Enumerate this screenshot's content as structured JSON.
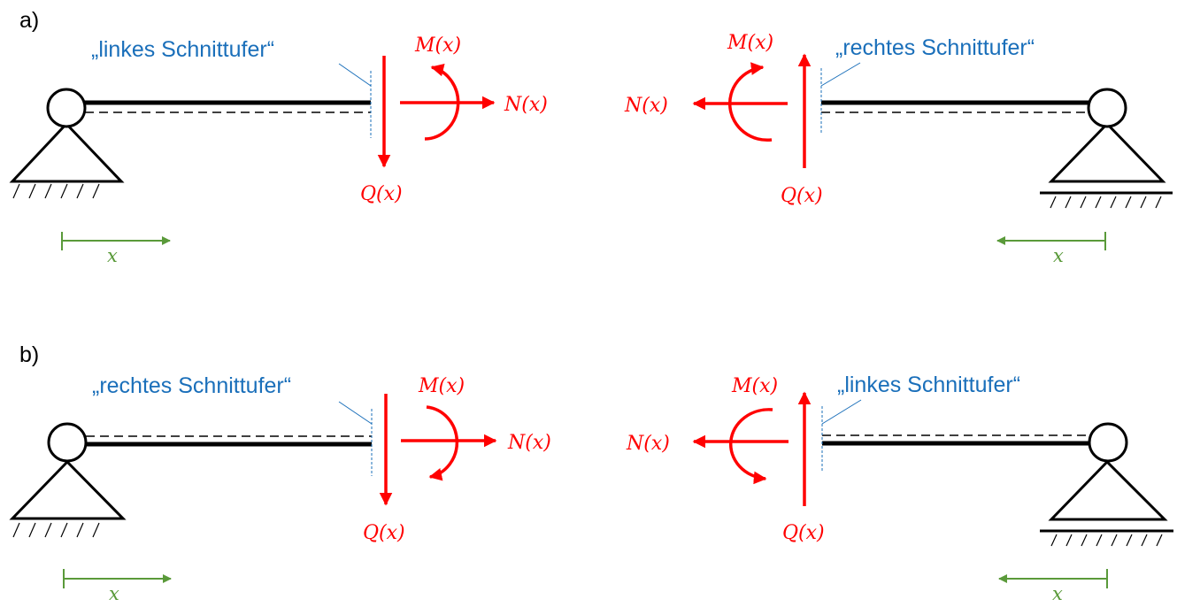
{
  "colors": {
    "structure": "#000000",
    "force": "#ff0000",
    "annotation": "#1a6fba",
    "coordinate": "#5a9a3a"
  },
  "panels": [
    {
      "label": "a)",
      "left": {
        "cut_label": "„linkes Schnittufer“",
        "moment_label": "M(x)",
        "normal_label": "N(x)",
        "shear_label": "Q(x)",
        "coord_label": "x",
        "dashed_fiber": "below",
        "moment_sense": "counterclockwise"
      },
      "right": {
        "cut_label": "„rechtes Schnittufer“",
        "moment_label": "M(x)",
        "normal_label": "N(x)",
        "shear_label": "Q(x)",
        "coord_label": "x",
        "dashed_fiber": "below",
        "moment_sense": "clockwise"
      }
    },
    {
      "label": "b)",
      "left": {
        "cut_label": "„rechtes Schnittufer“",
        "moment_label": "M(x)",
        "normal_label": "N(x)",
        "shear_label": "Q(x)",
        "coord_label": "x",
        "dashed_fiber": "above",
        "moment_sense": "clockwise"
      },
      "right": {
        "cut_label": "„linkes Schnittufer“",
        "moment_label": "M(x)",
        "normal_label": "N(x)",
        "shear_label": "Q(x)",
        "coord_label": "x",
        "dashed_fiber": "above",
        "moment_sense": "counterclockwise"
      }
    }
  ]
}
